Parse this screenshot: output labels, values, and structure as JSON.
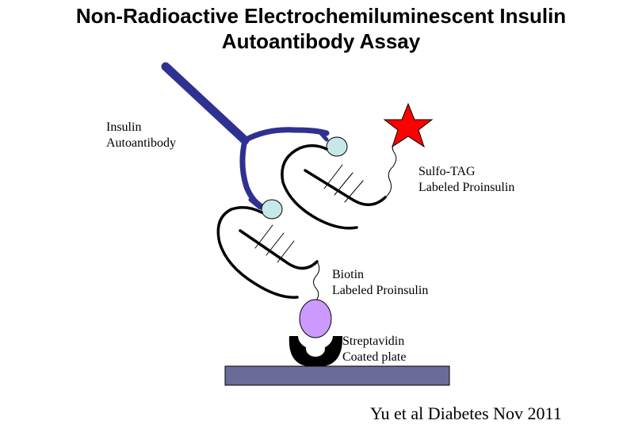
{
  "title": {
    "line1": "Non-Radioactive Electrochemiluminescent Insulin",
    "line2": "Autoantibody Assay"
  },
  "labels": {
    "antibody": [
      "Insulin",
      "Autoantibody"
    ],
    "sulfo_tag": [
      "Sulfo-TAG",
      "Labeled Proinsulin"
    ],
    "biotin": [
      "Biotin",
      "Labeled Proinsulin"
    ],
    "streptavidin": [
      "Streptavidin",
      "Coated plate"
    ]
  },
  "citation": "Yu et al Diabetes Nov 2011",
  "colors": {
    "antibody": "#2e3192",
    "star": "#ff0000",
    "biotin": "#cc99ff",
    "insulin_bead": "#c6e8e6",
    "plate": "#6b6b99",
    "streptavidin": "#000000"
  }
}
